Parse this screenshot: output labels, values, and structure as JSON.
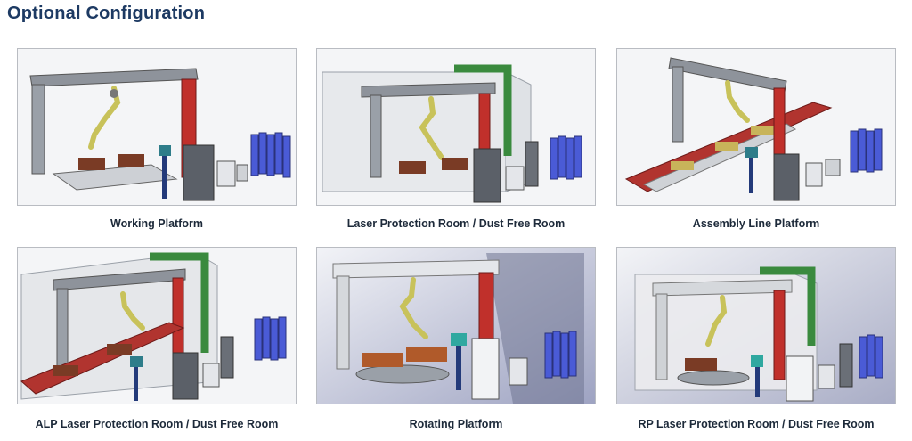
{
  "page": {
    "title": "Optional Configuration"
  },
  "configurations": [
    {
      "label": "Working Platform"
    },
    {
      "label": "Laser Protection Room / Dust Free Room"
    },
    {
      "label": "Assembly Line Platform"
    },
    {
      "label": "ALP Laser Protection Room / Dust Free Room"
    },
    {
      "label": "Rotating Platform"
    },
    {
      "label": "RP Laser Protection Room / Dust Free Room"
    }
  ],
  "colors": {
    "title": "#1d3a63",
    "gantry": "#8e939b",
    "gantry_red": "#c0302b",
    "robot": "#c8c25a",
    "duct": "#3a8a3e",
    "cylinders": "#4a5bd6",
    "cabinet": "#5b6068"
  }
}
